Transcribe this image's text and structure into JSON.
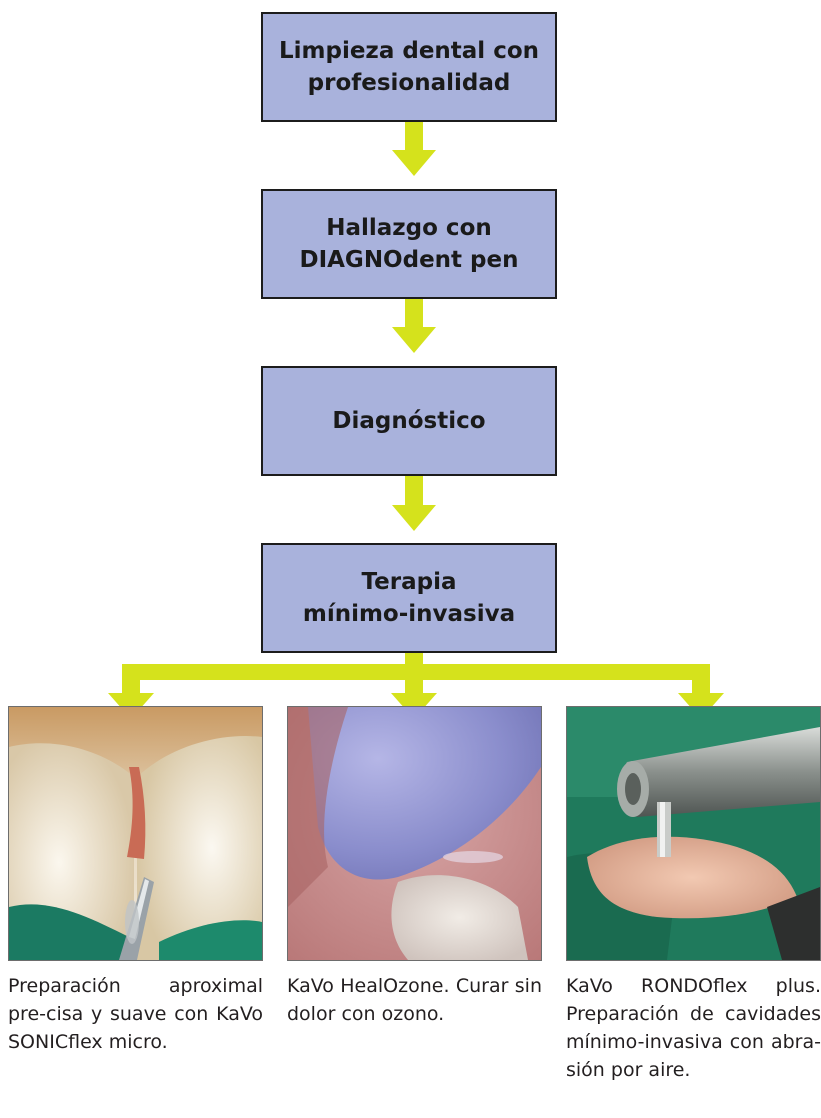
{
  "flow": {
    "steps": [
      {
        "label": "Limpieza dental con\nprofesionalidad"
      },
      {
        "label": "Hallazgo con\nDIAGNOdent pen"
      },
      {
        "label": "Diagnóstico"
      },
      {
        "label": "Terapia\nmínimo-invasiva"
      }
    ],
    "arrow_color": "#d5e21c",
    "box_color": "#a9b2dc"
  },
  "treatments": [
    {
      "photo": "tooth-approximal-preparation-photo",
      "caption": "Preparación aproximal pre-cisa y suave con KaVo SONICflex micro."
    },
    {
      "photo": "healozone-treatment-photo",
      "caption": "KaVo HealOzone. Curar sin dolor con ozono."
    },
    {
      "photo": "rondoflex-air-abrasion-photo",
      "caption": "KaVo RONDOflex plus. Preparación de cavidades mínimo-invasiva con abra-sión por aire."
    }
  ]
}
